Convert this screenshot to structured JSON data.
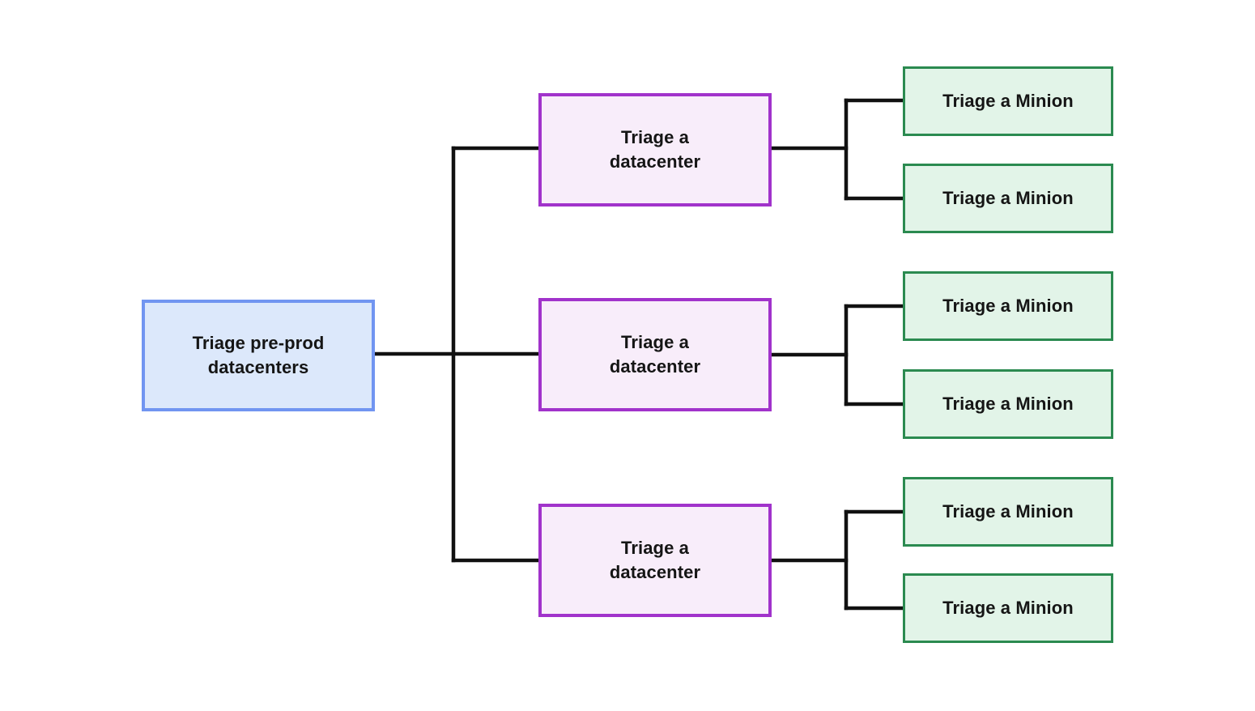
{
  "diagram": {
    "tree": {
      "root": {
        "label": "Triage pre-prod datacenters"
      },
      "datacenters": [
        {
          "label": "Triage a datacenter",
          "minions": [
            {
              "label": "Triage a Minion"
            },
            {
              "label": "Triage a Minion"
            }
          ]
        },
        {
          "label": "Triage a datacenter",
          "minions": [
            {
              "label": "Triage a Minion"
            },
            {
              "label": "Triage a Minion"
            }
          ]
        },
        {
          "label": "Triage a datacenter",
          "minions": [
            {
              "label": "Triage a Minion"
            },
            {
              "label": "Triage a Minion"
            }
          ]
        }
      ]
    },
    "colors": {
      "root_fill": "#dce8fb",
      "root_border": "#7195f1",
      "datacenter_fill": "#f8edfa",
      "datacenter_border": "#a133cb",
      "minion_fill": "#e2f4e8",
      "minion_border": "#2b8a50",
      "connector": "#111111",
      "text": "#151515",
      "background": "#ffffff"
    }
  }
}
